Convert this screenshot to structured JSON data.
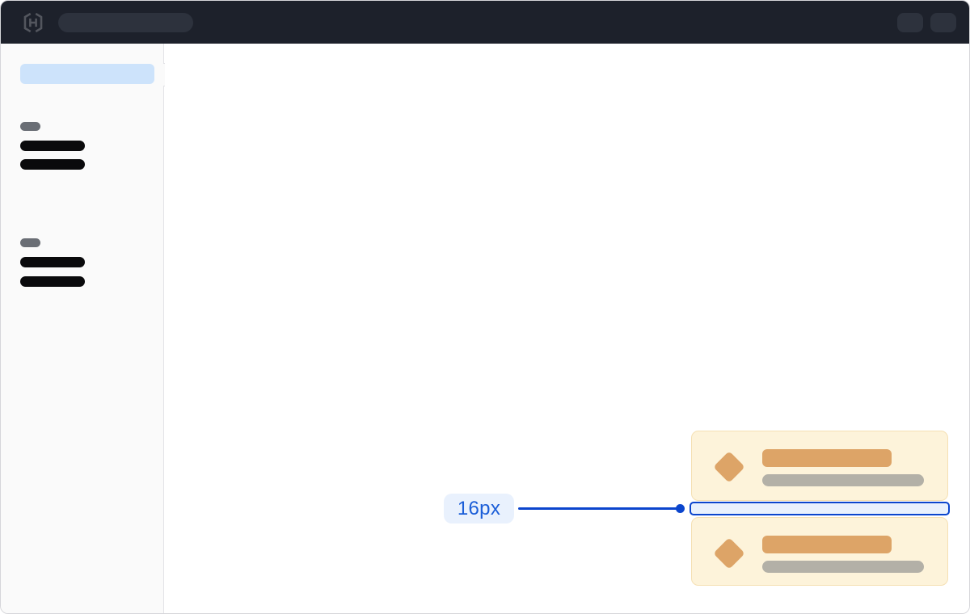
{
  "annotation": {
    "label": "16px"
  },
  "icons": {
    "logo": "hashicorp-logo-icon",
    "card_bullet": "diamond-icon"
  },
  "header": {
    "skeleton_elements": [
      "search-input-skeleton",
      "help-button-skeleton",
      "account-button-skeleton"
    ]
  },
  "sidebar": {
    "active_item_skeleton": true,
    "has_collapse_toggle": true,
    "groups": [
      {
        "label_skeleton": true,
        "item_skeletons": 2
      },
      {
        "label_skeleton": true,
        "item_skeletons": 2
      }
    ]
  },
  "main": {
    "cards": [
      {
        "icon": "diamond-icon",
        "title_skeleton": true,
        "description_skeleton": true
      },
      {
        "icon": "diamond-icon",
        "title_skeleton": true,
        "description_skeleton": true
      }
    ]
  },
  "colors": {
    "window_border": "#d6d6da",
    "header_bg": "#1d212b",
    "header_pill": "#2d323d",
    "logo_gray": "#53565e",
    "sidebar_bg": "#fafafa",
    "sidebar_border": "#e2e2e6",
    "sidebar_selected": "#cde3fb",
    "group_label": "#6a6e75",
    "nav_bar": "#0a0a0c",
    "main_bg": "#ffffff",
    "card_bg": "#fdf3da",
    "card_border": "#f5e0b3",
    "card_accent": "#dda467",
    "card_muted": "#b3b0a7",
    "accent_blue": "#0b45cd",
    "accent_blue_text": "#1b5ed8",
    "accent_blue_bg": "#e9f1fd"
  }
}
